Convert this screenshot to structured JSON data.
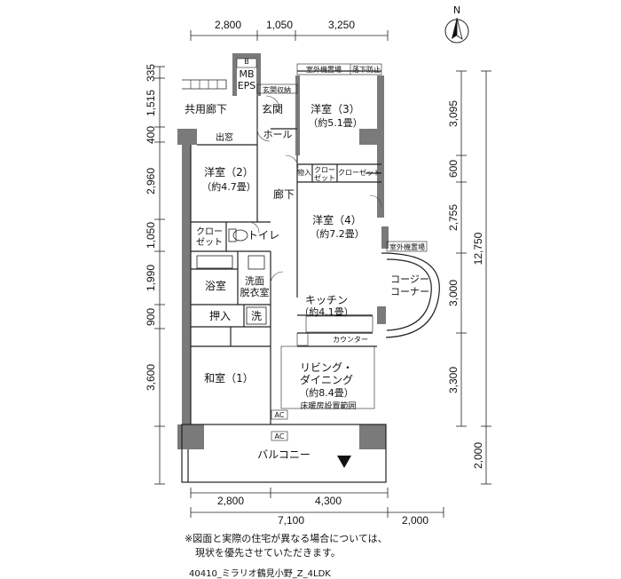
{
  "compass": {
    "label": "N"
  },
  "dims_top": [
    "2,800",
    "1,050",
    "3,250"
  ],
  "dims_bottom_inner": [
    "2,800",
    "4,300"
  ],
  "dims_bottom_outer": [
    "7,100",
    "2,000"
  ],
  "dims_left": [
    "335",
    "1,515",
    "400",
    "2,960",
    "1,050",
    "1,990",
    "900",
    "3,600"
  ],
  "dims_right_inner": [
    "3,095",
    "600",
    "2,755",
    "3,000",
    "3,300"
  ],
  "dims_right_outer": [
    "12,750",
    "2,000"
  ],
  "rooms": {
    "mb": "B",
    "mbeps_1": "MB",
    "mbeps_2": "EPS",
    "shared_corridor": "共用廊下",
    "entrance_storage": "玄関収納",
    "entrance": "玄関",
    "bay_window": "出窓",
    "hall": "ホール",
    "outdoor_unit_top": "室外機置場",
    "fall_prevention": "落下防止",
    "western3_name": "洋室（3）",
    "western3_size": "（約5.1畳）",
    "western2_name": "洋室（2）",
    "western2_size": "（約4.7畳）",
    "storage_in": "物入",
    "closet_small_1": "クロー",
    "closet_small_2": "ゼット",
    "closet": "クローゼット",
    "corridor": "廊下",
    "western4_name": "洋室（4）",
    "western4_size": "（約7.2畳）",
    "closet_left_1": "クロー",
    "closet_left_2": "ゼット",
    "toilet": "トイレ",
    "outdoor_unit_right": "室外機置場",
    "bath": "浴室",
    "washroom_1": "洗面",
    "washroom_2": "脱衣室",
    "cozy_1": "コージー",
    "cozy_2": "コーナー",
    "kitchen_name": "キッチン",
    "kitchen_size": "（約4.1畳）",
    "oshiire": "押入",
    "washer": "洗",
    "counter": "カウンター",
    "japanese": "和室（1）",
    "living_1": "リビング・",
    "living_2": "ダイニング",
    "living_size": "（約8.4畳）",
    "floor_heating": "床暖房設置範囲",
    "ac_1": "AC",
    "ac_2": "AC",
    "balcony": "バルコニー"
  },
  "note_line1": "※図面と実際の住宅が異なる場合については、",
  "note_line2": "現状を優先させていただきます。",
  "caption": "40410_ミラリオ鶴見小野_Z_4LDK"
}
